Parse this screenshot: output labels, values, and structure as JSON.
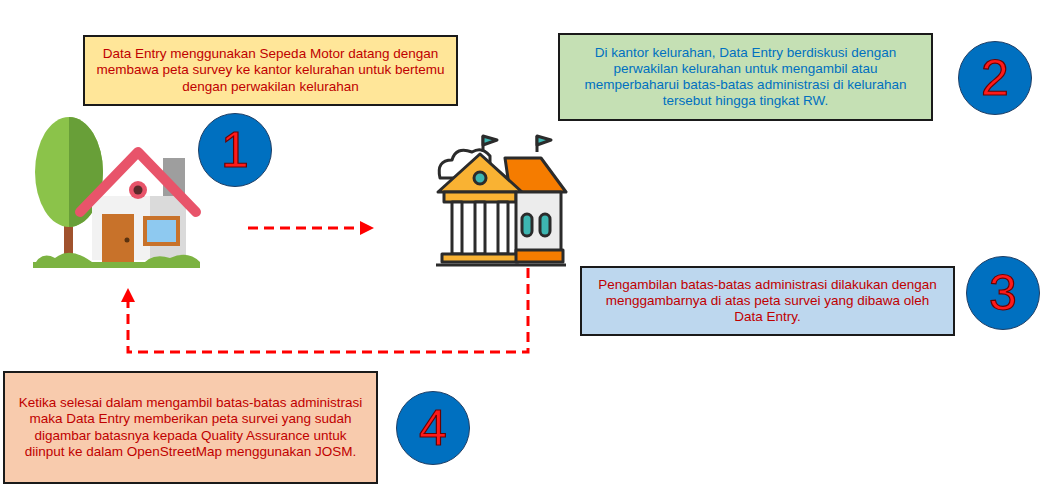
{
  "diagram": {
    "nodes": [
      {
        "text": [
          "Data Entry menggunakan Sepeda Motor datang dengan membawa peta survey ke kantor kelurahan untuk bertemu dengan perwakilan kelurahan"
        ]
      },
      {
        "text": [
          "Di kantor kelurahan, Data Entry berdiskusi dengan perwakilan kelurahan untuk mengambil atau memperbaharui batas-batas administrasi di kelurahan tersebut hingga tingkat RW."
        ]
      },
      {
        "text": [
          "2"
        ]
      },
      {
        "text": [
          "1"
        ]
      },
      {
        "text": [
          "Pengambilan batas-batas administrasi dilakukan dengan menggambarnya di atas peta survei yang dibawa oleh Data Entry."
        ]
      },
      {
        "text": [
          "3"
        ]
      },
      {
        "text": [
          "Ketika selesai dalam mengambil batas-batas administrasi maka Data Entry memberikan peta survei yang sudah digambar batasnya kepada Quality Assurance untuk diinput ke dalam OpenStreetMap menggunakan JOSM."
        ]
      },
      {
        "text": [
          "4"
        ]
      }
    ]
  }
}
